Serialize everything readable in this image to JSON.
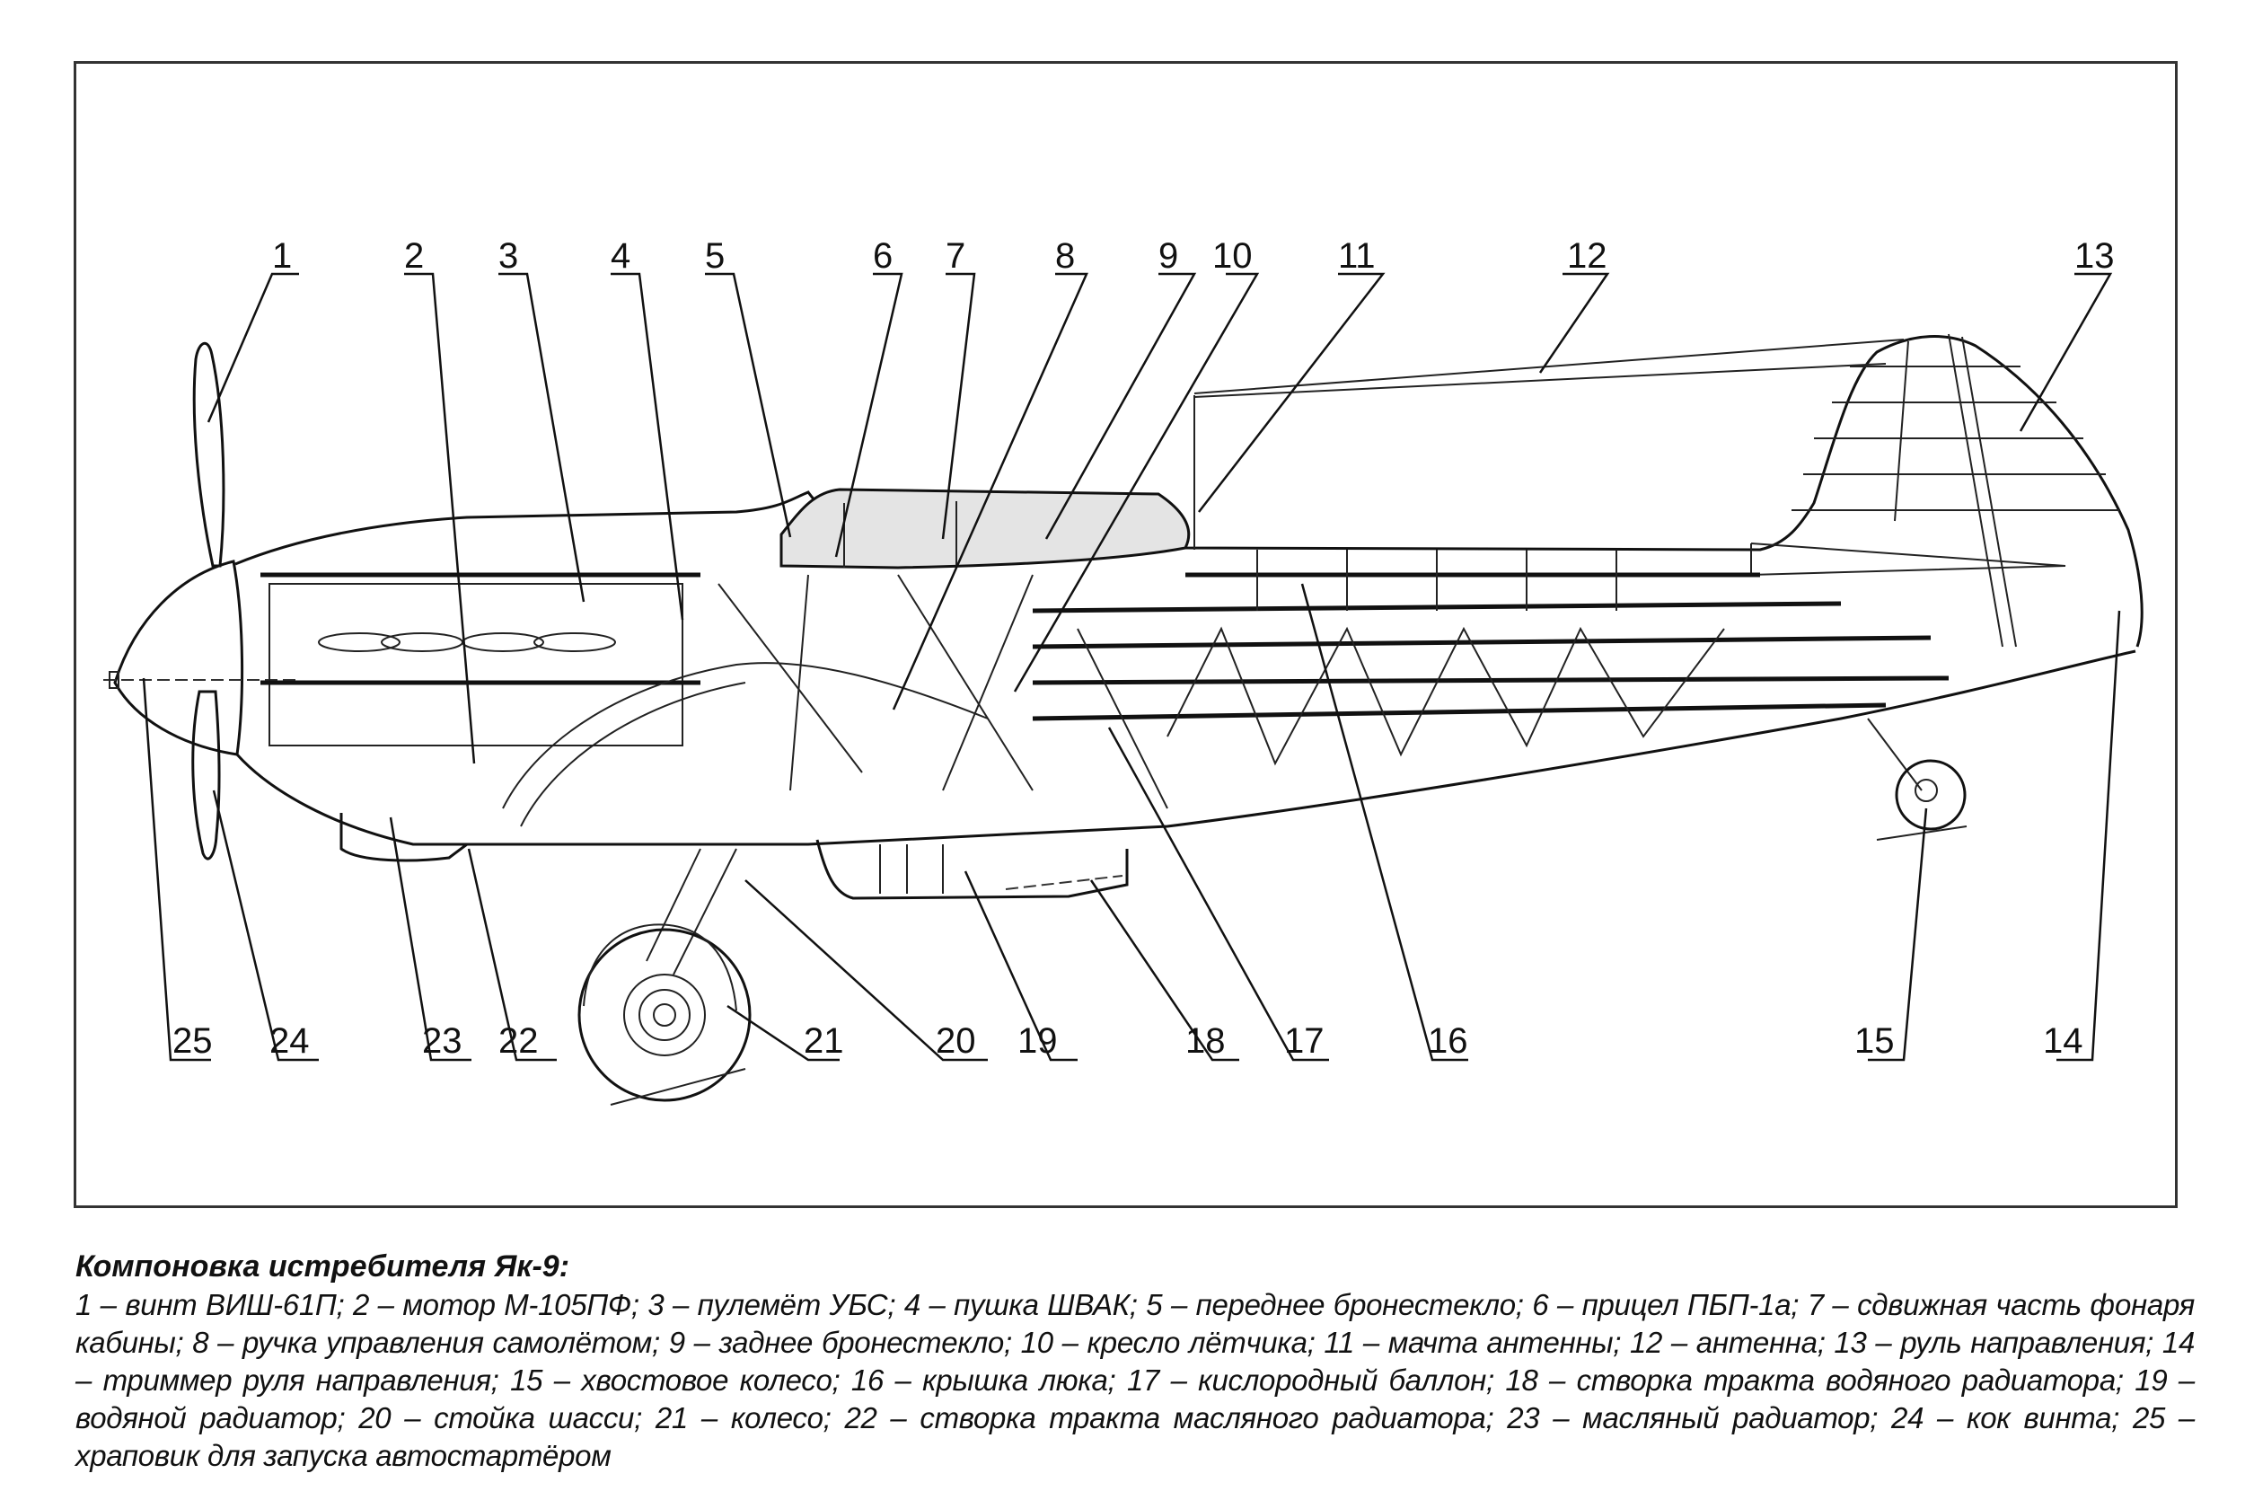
{
  "figure": {
    "subject": "Yak-9 fighter layout",
    "caption_title": "Компоновка истребителя Як-9:",
    "caption_items": [
      {
        "num": "1",
        "text": "винт ВИШ-61П"
      },
      {
        "num": "2",
        "text": "мотор М-105ПФ"
      },
      {
        "num": "3",
        "text": "пулемёт УБС"
      },
      {
        "num": "4",
        "text": "пушка ШВАК"
      },
      {
        "num": "5",
        "text": "переднее бронестекло"
      },
      {
        "num": "6",
        "text": "прицел ПБП-1а"
      },
      {
        "num": "7",
        "text": "сдвижная часть фонаря кабины"
      },
      {
        "num": "8",
        "text": "ручка управления самолётом"
      },
      {
        "num": "9",
        "text": "заднее бронестекло"
      },
      {
        "num": "10",
        "text": "кресло лётчика"
      },
      {
        "num": "11",
        "text": "мачта антенны"
      },
      {
        "num": "12",
        "text": "антенна"
      },
      {
        "num": "13",
        "text": "руль направления"
      },
      {
        "num": "14",
        "text": "триммер руля направления"
      },
      {
        "num": "15",
        "text": "хвостовое колесо"
      },
      {
        "num": "16",
        "text": "крышка люка"
      },
      {
        "num": "17",
        "text": "кислородный баллон"
      },
      {
        "num": "18",
        "text": "створка тракта водяного радиатора"
      },
      {
        "num": "19",
        "text": "водяной радиатор"
      },
      {
        "num": "20",
        "text": "стойка шасси"
      },
      {
        "num": "21",
        "text": "колесо"
      },
      {
        "num": "22",
        "text": "створка тракта масляного радиатора"
      },
      {
        "num": "23",
        "text": "масляный радиатор"
      },
      {
        "num": "24",
        "text": "кок винта"
      },
      {
        "num": "25",
        "text": "храповик для запуска автостартёром"
      }
    ],
    "separator": " – ",
    "callouts_top": [
      "1",
      "2",
      "3",
      "4",
      "5",
      "6",
      "7",
      "8",
      "9",
      "10",
      "11",
      "12",
      "13"
    ],
    "callouts_bottom": [
      "25",
      "24",
      "23",
      "22",
      "21",
      "20",
      "19",
      "18",
      "17",
      "16",
      "15",
      "14"
    ],
    "colors": {
      "ink": "#111111",
      "glass": "#e4e4e4",
      "frame": "#333333",
      "paper": "#ffffff"
    }
  }
}
